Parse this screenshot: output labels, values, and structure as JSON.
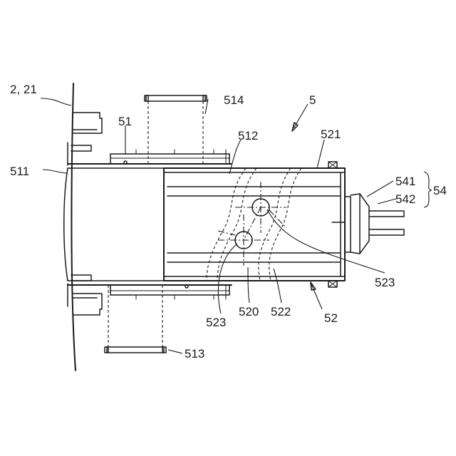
{
  "labels": {
    "wall": "2, 21",
    "assembly": "5",
    "frame": "51",
    "frame_opening": "511",
    "frame_inner": "512",
    "lower_duct": "513",
    "upper_duct": "514",
    "insert_unit": "52",
    "insert_body": "520",
    "insert_tube": "521",
    "spiral": "522",
    "hole_upper": "523",
    "hole_lower": "523",
    "cap": "541",
    "rods": "542",
    "actuator": "54"
  }
}
